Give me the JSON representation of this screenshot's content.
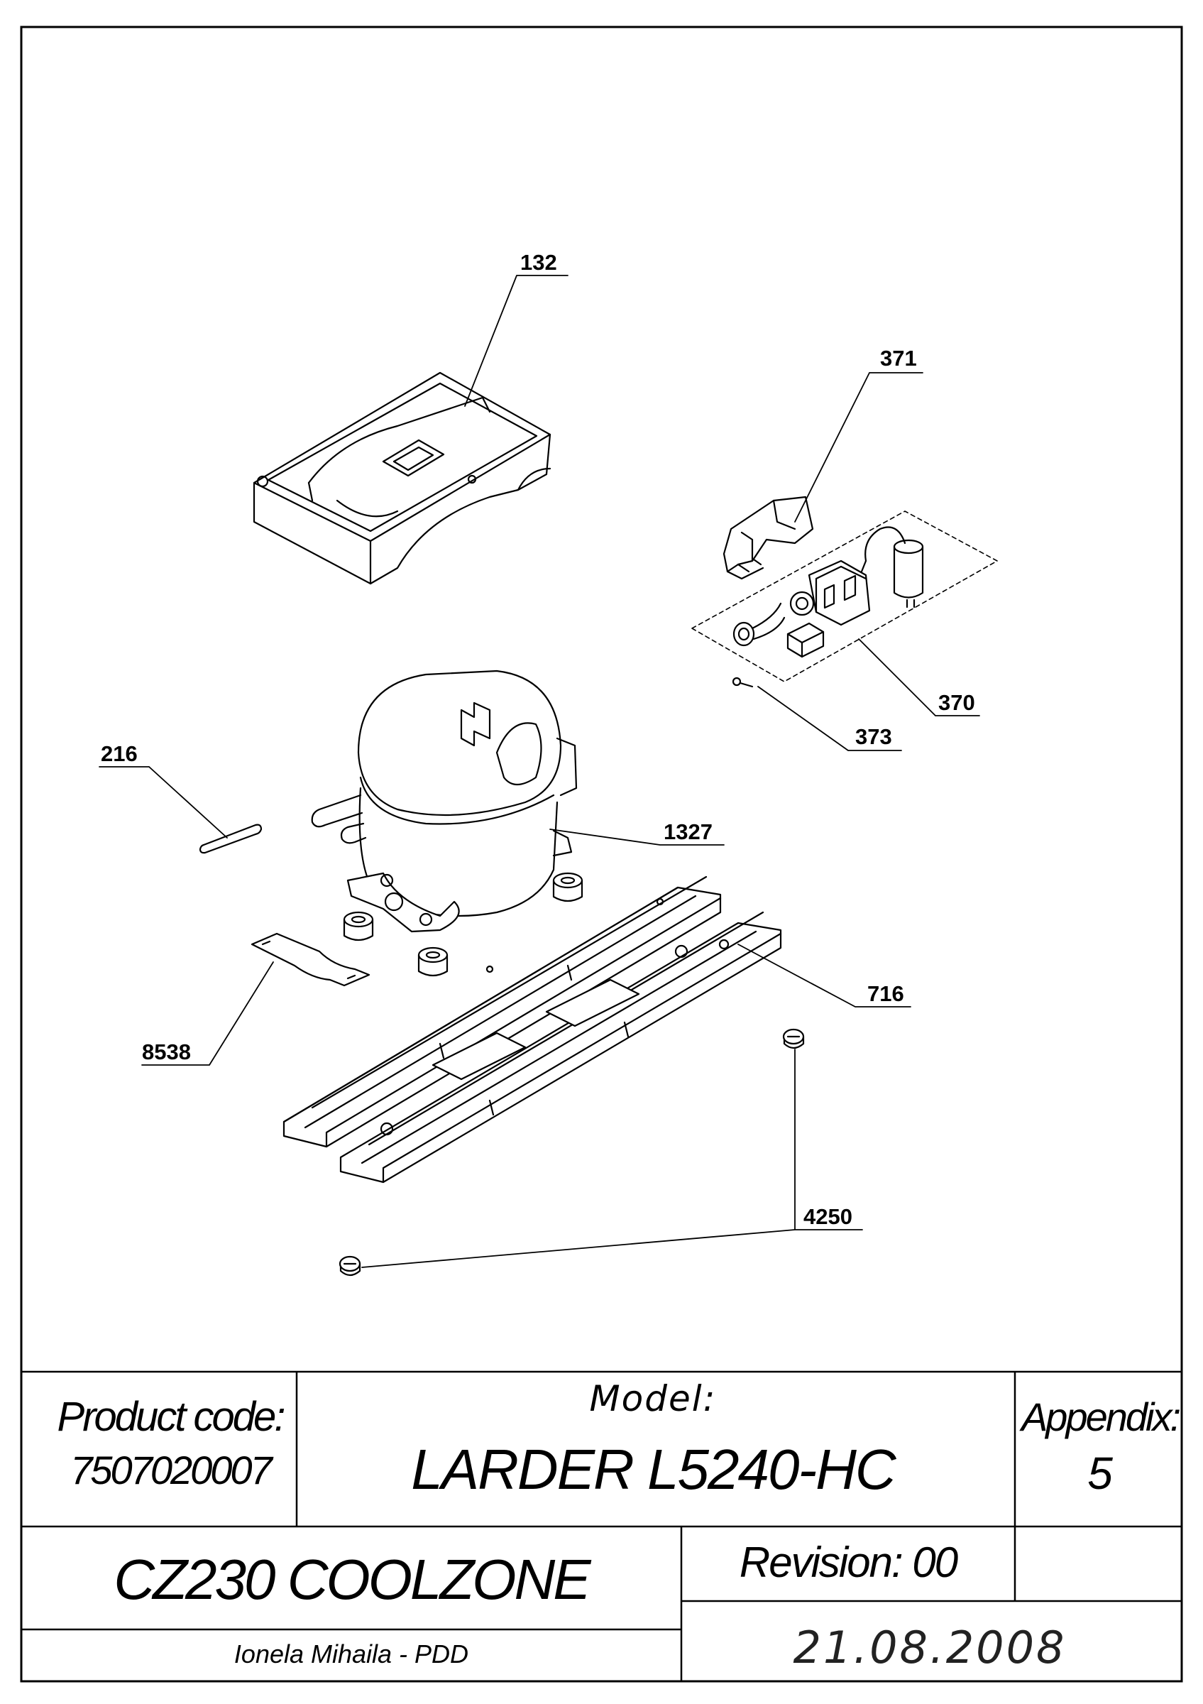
{
  "diagram": {
    "callouts": [
      "132",
      "371",
      "370",
      "373",
      "216",
      "1327",
      "716",
      "8538",
      "4250"
    ]
  },
  "title_block": {
    "product_code_label": "Product code:",
    "product_code": "7507020007",
    "model_label": "Model:",
    "model": "LARDER L5240-HC",
    "appendix_label": "Appendix:",
    "appendix": "5",
    "product_family": "CZ230 COOLZONE",
    "revision": "Revision: 00",
    "author": "Ionela Mihaila - PDD",
    "date": "21.08.2008"
  }
}
